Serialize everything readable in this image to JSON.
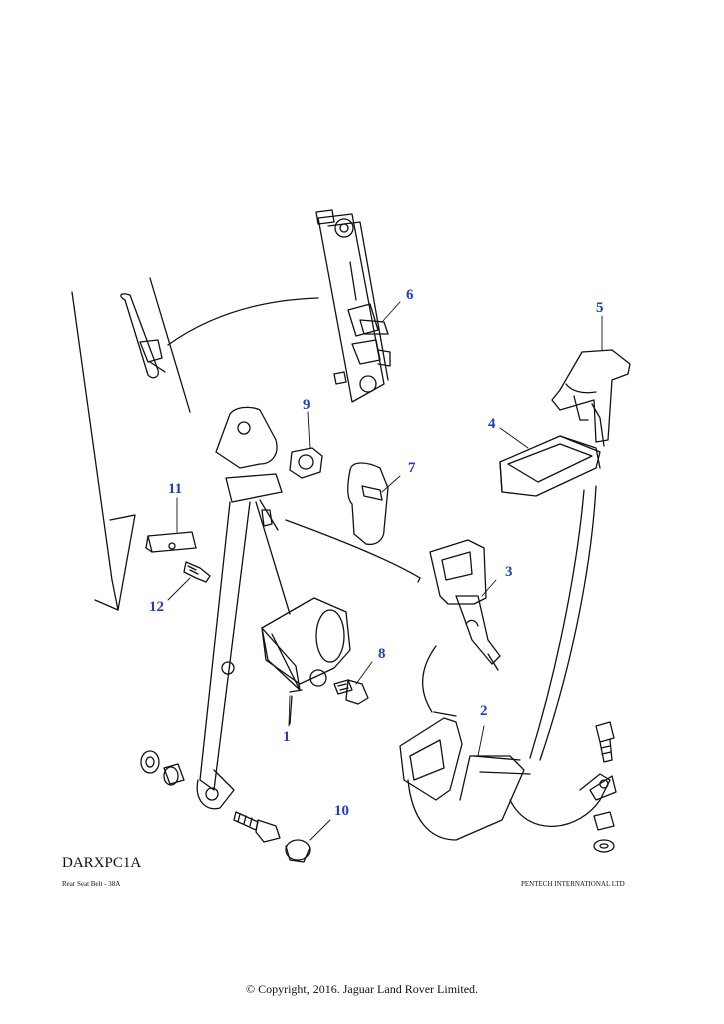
{
  "diagram": {
    "drawing_ref": "DARXPC1A",
    "caption": "Rear Seat Belt - 38A",
    "publisher": "PENTECH INTERNATIONAL LTD",
    "copyright": "© Copyright, 2016. Jaguar Land Rover Limited.",
    "callout_color": "#1f3fbf",
    "line_color": "#111111"
  },
  "callouts": [
    {
      "id": "1",
      "label": "1"
    },
    {
      "id": "2",
      "label": "2"
    },
    {
      "id": "3",
      "label": "3"
    },
    {
      "id": "4",
      "label": "4"
    },
    {
      "id": "5",
      "label": "5"
    },
    {
      "id": "6",
      "label": "6"
    },
    {
      "id": "7",
      "label": "7"
    },
    {
      "id": "8",
      "label": "8"
    },
    {
      "id": "9",
      "label": "9"
    },
    {
      "id": "10",
      "label": "10"
    },
    {
      "id": "11",
      "label": "11"
    },
    {
      "id": "12",
      "label": "12"
    }
  ]
}
